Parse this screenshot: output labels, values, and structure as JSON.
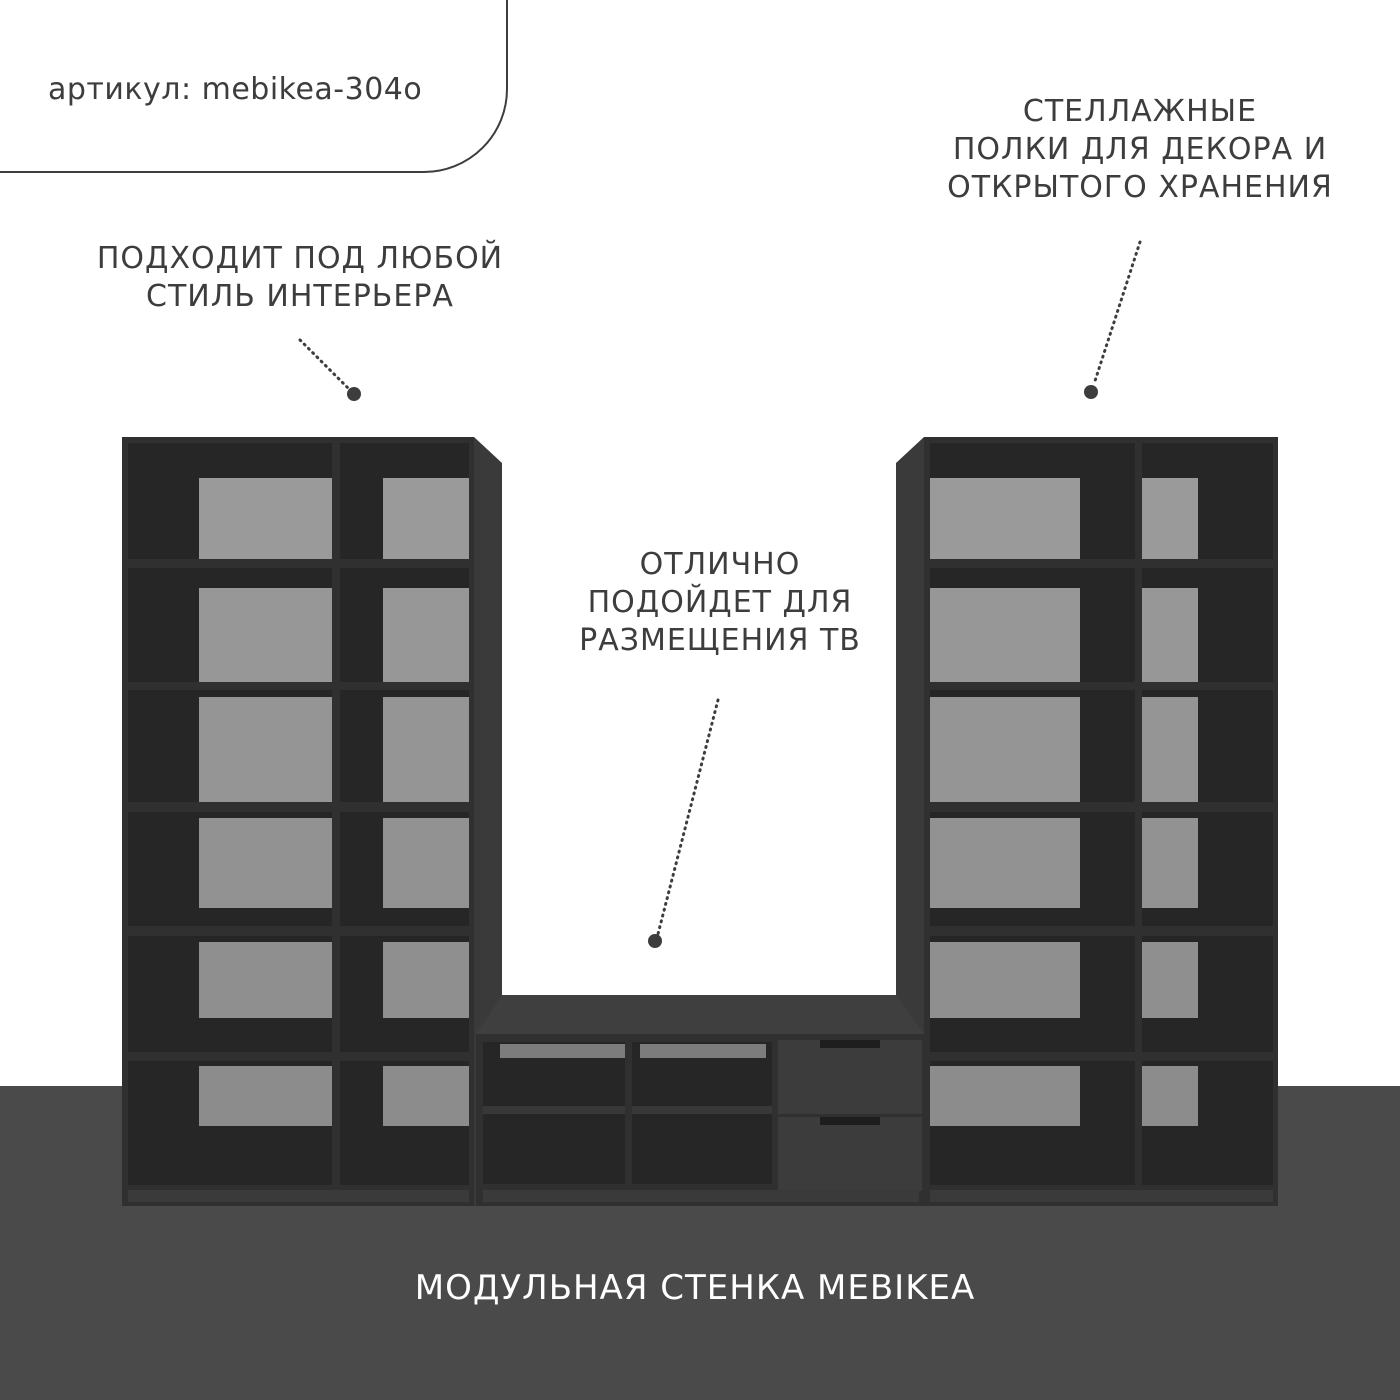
{
  "sku": {
    "text": "артикул: mebikea-304o"
  },
  "callouts": {
    "left": {
      "lines": [
        "ПОДХОДИТ ПОД ЛЮБОЙ",
        "СТИЛЬ ИНТЕРЬЕРА"
      ]
    },
    "right": {
      "lines": [
        "СТЕЛЛАЖНЫЕ",
        "ПОЛКИ ДЛЯ ДЕКОРА И",
        "ОТКРЫТОГО ХРАНЕНИЯ"
      ]
    },
    "center": {
      "lines": [
        "ОТЛИЧНО",
        "ПОДОЙДЕТ ДЛЯ",
        "РАЗМЕЩЕНИЯ ТВ"
      ]
    }
  },
  "caption": "МОДУЛЬНАЯ СТЕНКА MEBIKEA",
  "colors": {
    "furniture": "#333333",
    "floor": "#4a4a4a",
    "text": "#3d3d3d",
    "background": "#ffffff"
  }
}
